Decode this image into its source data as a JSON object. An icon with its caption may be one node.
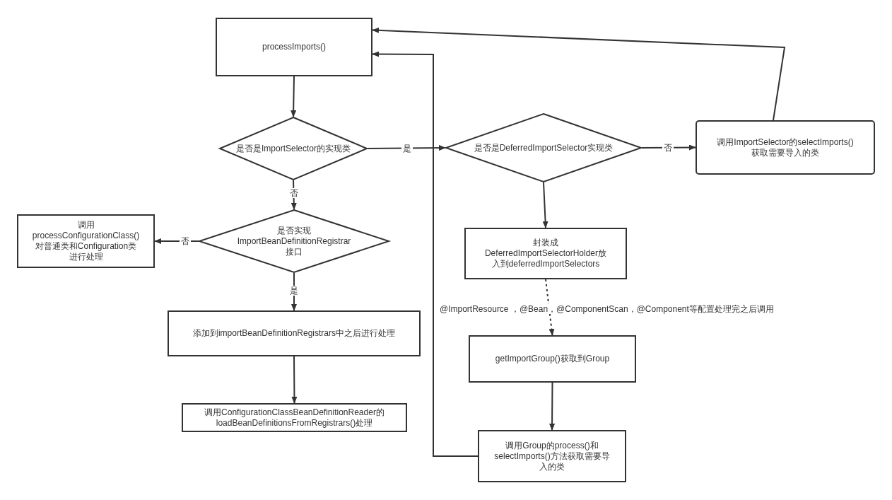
{
  "diagram": {
    "nodes": [
      {
        "text": [
          "processImports()"
        ]
      },
      {
        "text": [
          "是否是ImportSelector的实现类"
        ]
      },
      {
        "text": [
          "是否是DeferredImportSelector实现类"
        ]
      },
      {
        "text": [
          "调用ImportSelector的selectImports()获取需要导入的类"
        ]
      },
      {
        "text": [
          "调用processConfigurationClass()对普通类和Configuration类进行处理"
        ]
      },
      {
        "text": [
          "是否实现ImportBeanDefinitionRegistrar接口"
        ]
      },
      {
        "text": [
          "封装成DeferredImportSelectorHolder放入到deferredImportSelectors"
        ]
      },
      {
        "text": [
          "添加到importBeanDefinitionRegistrars中之后进行处理"
        ]
      },
      {
        "text": [
          "getImportGroup()获取到Group"
        ]
      },
      {
        "text": [
          "调用ConfigurationClassBeanDefinitionReader的loadBeanDefinitionsFromRegistrars()处理"
        ]
      },
      {
        "text": [
          "调用Group的process()和selectImports()方法获取需要导入的类"
        ]
      }
    ],
    "edges": [
      {
        "from": 0,
        "to": 1,
        "arrow": "to"
      },
      {
        "from": 1,
        "to": 2,
        "arrow": "to",
        "label": "是"
      },
      {
        "from": 2,
        "to": 3,
        "arrow": "to",
        "label": "否"
      },
      {
        "from": 3,
        "to": 0,
        "arrow": "to"
      },
      {
        "from": 1,
        "to": 5,
        "arrow": "to",
        "label": "否"
      },
      {
        "from": 5,
        "to": 4,
        "arrow": "to",
        "label": "否"
      },
      {
        "from": 5,
        "to": 7,
        "arrow": "to",
        "label": "是"
      },
      {
        "from": 7,
        "to": 9,
        "arrow": "to"
      },
      {
        "from": 2,
        "to": 6,
        "arrow": "to"
      },
      {
        "from": 6,
        "to": 8,
        "arrow": "to",
        "style": "dashed",
        "label": "@ImportResource ，@Bean，@ComponentScan，@Component等配置处理完之后调用"
      },
      {
        "from": 8,
        "to": 10,
        "arrow": "to"
      },
      {
        "from": 10,
        "to": 0,
        "arrow": "to"
      }
    ]
  }
}
